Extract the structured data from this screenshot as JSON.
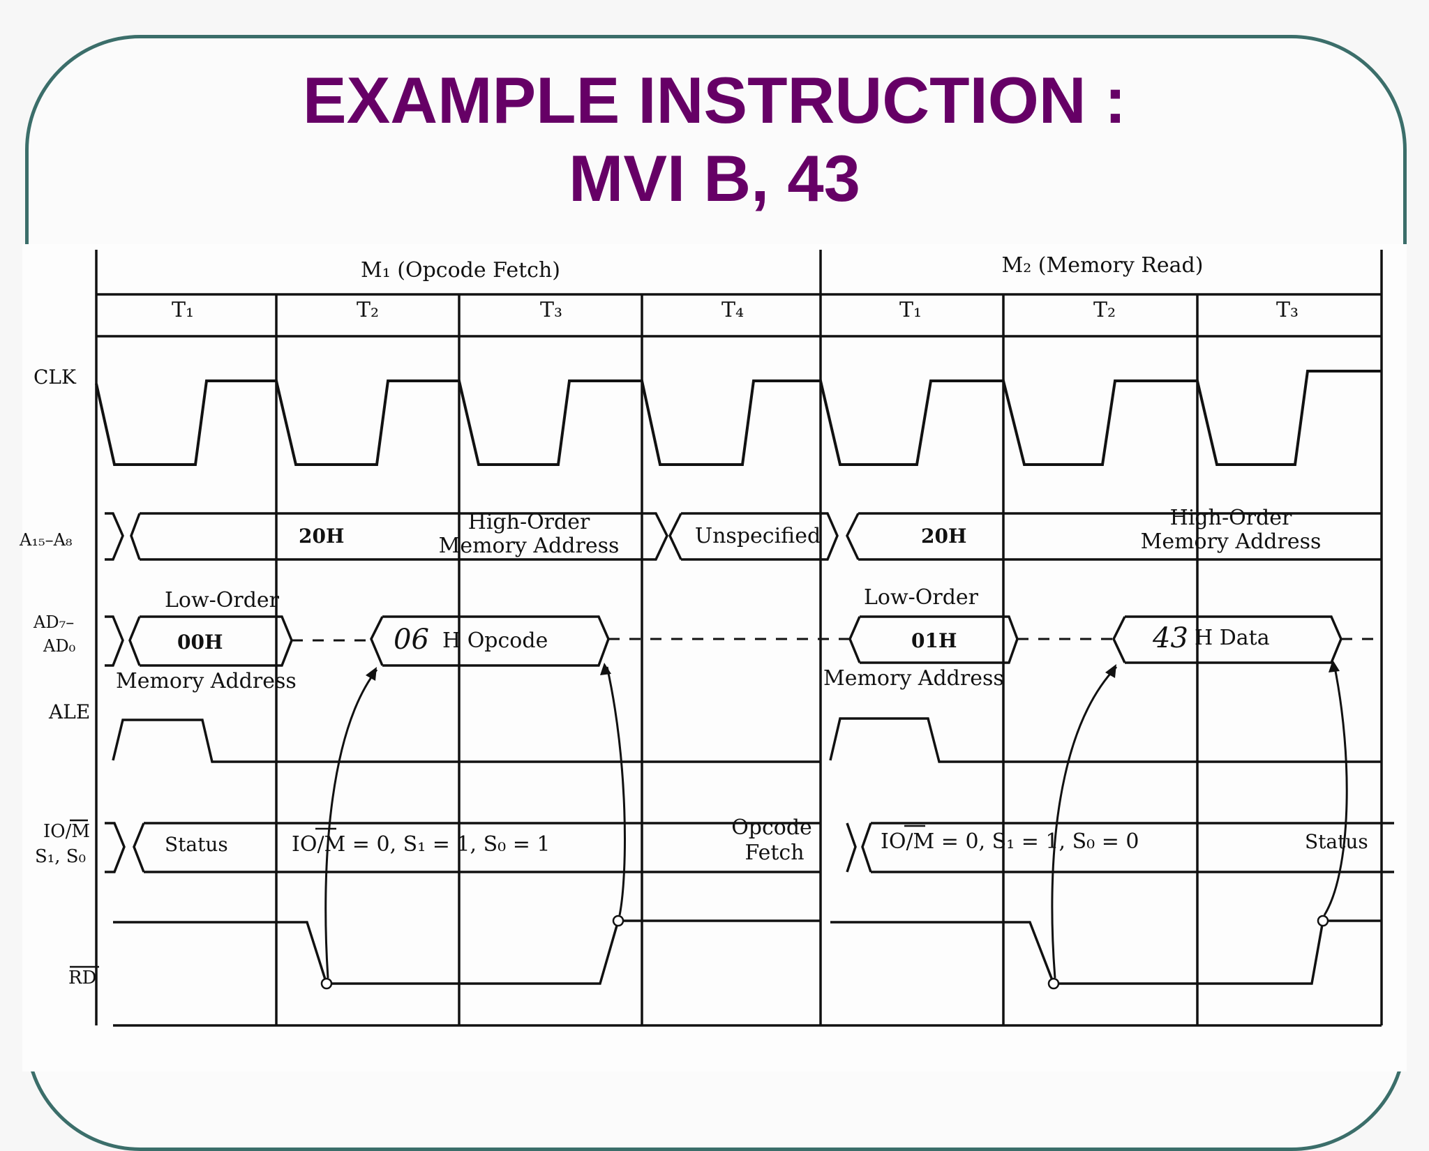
{
  "slide": {
    "title_line1": "EXAMPLE INSTRUCTION :",
    "title_line2": "MVI B, 43"
  },
  "cycles": [
    {
      "label": "M₁ (Opcode Fetch)"
    },
    {
      "label": "M₂ (Memory Read)"
    }
  ],
  "states": [
    "T₁",
    "T₂",
    "T₃",
    "T₄",
    "T₁",
    "T₂",
    "T₃"
  ],
  "signals": {
    "clk": "CLK",
    "a15_a8": "A₁₅–A₈",
    "ad7": "AD₇–",
    "ad0": "AD₀",
    "ale": "ALE",
    "iom": "IO/M",
    "s1s0": "S₁, S₀",
    "rd": "RD"
  },
  "m1": {
    "high_addr": "20H",
    "high_order_1": "High-Order",
    "high_order_2": "Memory Address",
    "unspecified": "Unspecified",
    "low_order": "Low-Order",
    "low_addr": "00H",
    "memory_address": "Memory Address",
    "opcode_value": "06",
    "opcode_text": "H Opcode",
    "status": "Status",
    "status_values": "IO/M = 0, S₁ = 1, S₀ = 1",
    "opcode_fetch_1": "Opcode",
    "opcode_fetch_2": "Fetch"
  },
  "m2": {
    "high_addr": "20H",
    "high_order_1": "High-Order",
    "high_order_2": "Memory Address",
    "low_order": "Low-Order",
    "low_addr": "01H",
    "memory_address": "Memory Address",
    "data_value": "43",
    "data_text": "H Data",
    "status_values": "IO/M = 0, S₁ = 1, S₀ = 0",
    "status": "Status"
  },
  "colors": {
    "title": "#660066",
    "frame": "#3b6e6a",
    "ink": "#111111"
  }
}
